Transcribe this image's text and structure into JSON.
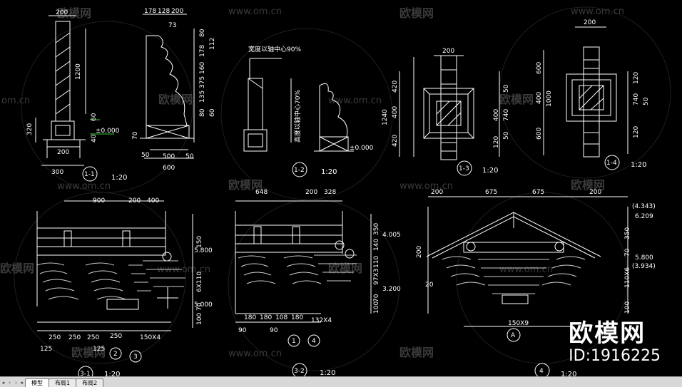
{
  "tabs": [
    {
      "label": "模型",
      "active": true
    },
    {
      "label": "布局1",
      "active": false
    },
    {
      "label": "布局2",
      "active": false
    }
  ],
  "brand": {
    "name": "欧模网",
    "id": "ID:1916225"
  },
  "watermark": {
    "logo": "欧模网",
    "url": "www.om.cn",
    "url_short": "om.cn"
  },
  "details": {
    "d1_1": {
      "tag": "1-1",
      "scale": "1:20"
    },
    "d1_2": {
      "tag": "1-2",
      "scale": "1:20",
      "note1": "宽度以轴中心90%",
      "note2": "高度以轴中心70%"
    },
    "d1_3": {
      "tag": "1-3",
      "scale": "1:20"
    },
    "d1_4": {
      "tag": "1-4",
      "scale": "1:20"
    },
    "d3_1": {
      "tag": "3-1",
      "scale": "1:20"
    },
    "d3_2": {
      "tag": "3-2",
      "scale": "1:20"
    },
    "d4": {
      "tag": "4",
      "scale": "1:20",
      "axis": "A"
    }
  },
  "dims": {
    "a200": "200",
    "a1200": "1200",
    "a320": "320",
    "a60": "60",
    "a40": "40",
    "a50": "50",
    "a300": "300",
    "pm": "±0.000",
    "b178": "178",
    "b128": "128",
    "b200": "200",
    "b73": "73",
    "b80": "80",
    "b112": "112",
    "b178v": "178",
    "b160": "160",
    "b375": "375",
    "b135": "135",
    "b80v": "80",
    "b60": "60",
    "b70": "70",
    "b500": "500",
    "b600": "600",
    "b50": "50",
    "c420": "420",
    "c400": "400",
    "c1240": "1240",
    "c200": "200",
    "c50": "50",
    "c120": "120",
    "c740": "740",
    "d600": "600",
    "d200": "200",
    "d1000": "1000",
    "e900": "900",
    "e200": "200",
    "e400": "400",
    "e150": "150",
    "e5800": "5.800",
    "e6x110": "6X110",
    "e70": "70",
    "e5000": "5.000",
    "e100": "100",
    "e125": "125",
    "e250": "250",
    "e150x4": "150X4",
    "f648": "648",
    "f200": "200",
    "f328": "328",
    "f350": "350",
    "f4005": "4.005",
    "f140": "140",
    "f110": "110",
    "f97x3": "97X3",
    "f3200": "3.200",
    "f180": "180",
    "f108": "108",
    "f132x4": "132X4",
    "f90": "90",
    "f100": "100",
    "g200": "200",
    "g675": "675",
    "g4343": "(4.343)",
    "g6209": "6.209",
    "g5800": "5.800",
    "g3934": "(3.934)",
    "g110x6": "110X6",
    "g70": "70",
    "g100": "100",
    "g20": "20",
    "g150x9": "150X9",
    "g350": "350"
  },
  "circles": {
    "c1": "1",
    "c2": "2",
    "c3": "3",
    "c4": "4"
  }
}
